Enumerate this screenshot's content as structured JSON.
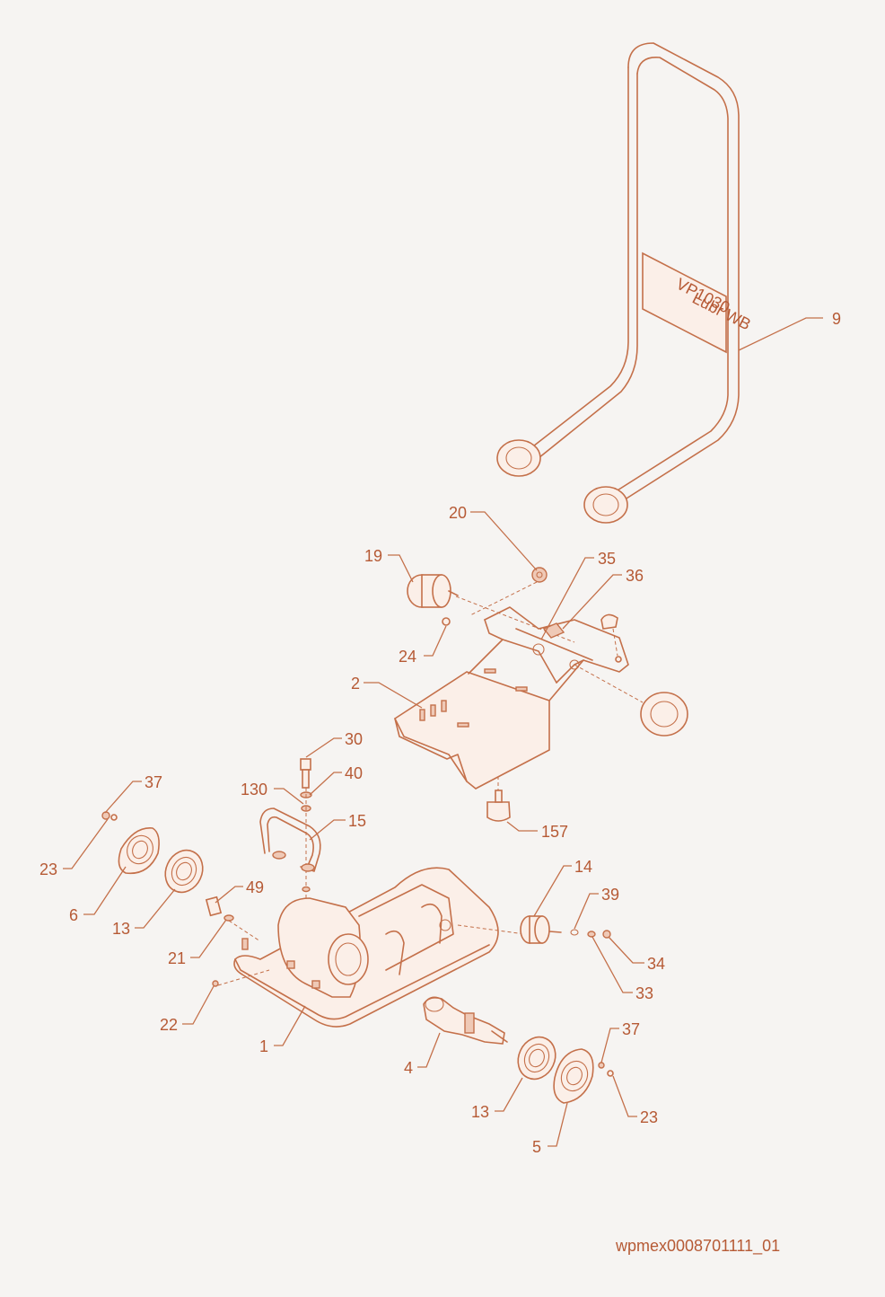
{
  "drawing_id": "wpmex0008701111_01",
  "handle_decal": {
    "model": "VP1030",
    "brand": "Lubr WB"
  },
  "callouts": [
    "9",
    "20",
    "19",
    "35",
    "36",
    "24",
    "2",
    "30",
    "37",
    "40",
    "130",
    "15",
    "157",
    "23",
    "6",
    "13",
    "49",
    "21",
    "14",
    "39",
    "34",
    "33",
    "22",
    "1",
    "4",
    "37",
    "13",
    "23",
    "5"
  ],
  "colors": {
    "line": "#c4704a",
    "label": "#b65a35",
    "background": "#f6f4f2"
  }
}
